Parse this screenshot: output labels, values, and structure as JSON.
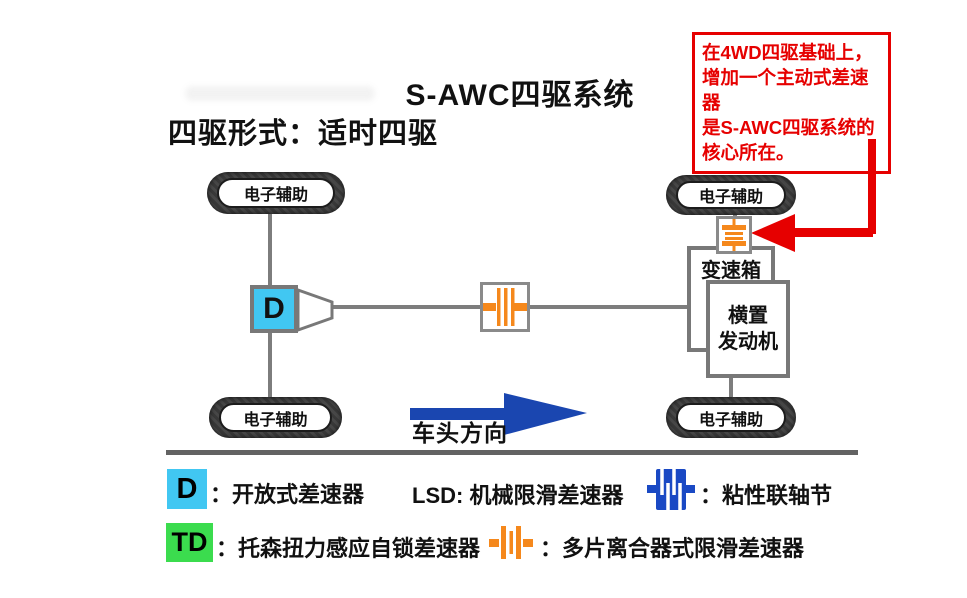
{
  "title": "S-AWC四驱系统",
  "subtitle": "四驱形式：适时四驱",
  "callout": {
    "lines": [
      "在4WD四驱基础上，",
      "增加一个主动式差速器",
      "是S-AWC四驱系统的",
      "核心所在。"
    ]
  },
  "wheels": {
    "label": "电子辅助"
  },
  "diagram": {
    "open_diff_letter": "D",
    "gearbox_label": "变速箱",
    "engine_line1": "横置",
    "engine_line2": "发动机",
    "direction_label": "车头方向"
  },
  "legend": {
    "open_diff": {
      "symbol": "D",
      "label": "：开放式差速器"
    },
    "lsd": {
      "label": "LSD: 机械限滑差速器"
    },
    "viscous": {
      "label": "：粘性联轴节"
    },
    "torsen": {
      "symbol": "TD",
      "label": "：托森扭力感应自锁差速器"
    },
    "multi_plate": {
      "label": "：多片离合器式限滑差速器"
    }
  },
  "colors": {
    "open_diff_cyan": "#41c7f2",
    "torsen_green": "#3bdc4e",
    "clutch_orange": "#f5881c",
    "viscous_blue": "#1a49c4",
    "arrow_blue": "#1a46b0",
    "callout_red": "#e60000",
    "line_gray": "#7d7d7d",
    "tire_dark": "#3d3d3d"
  }
}
